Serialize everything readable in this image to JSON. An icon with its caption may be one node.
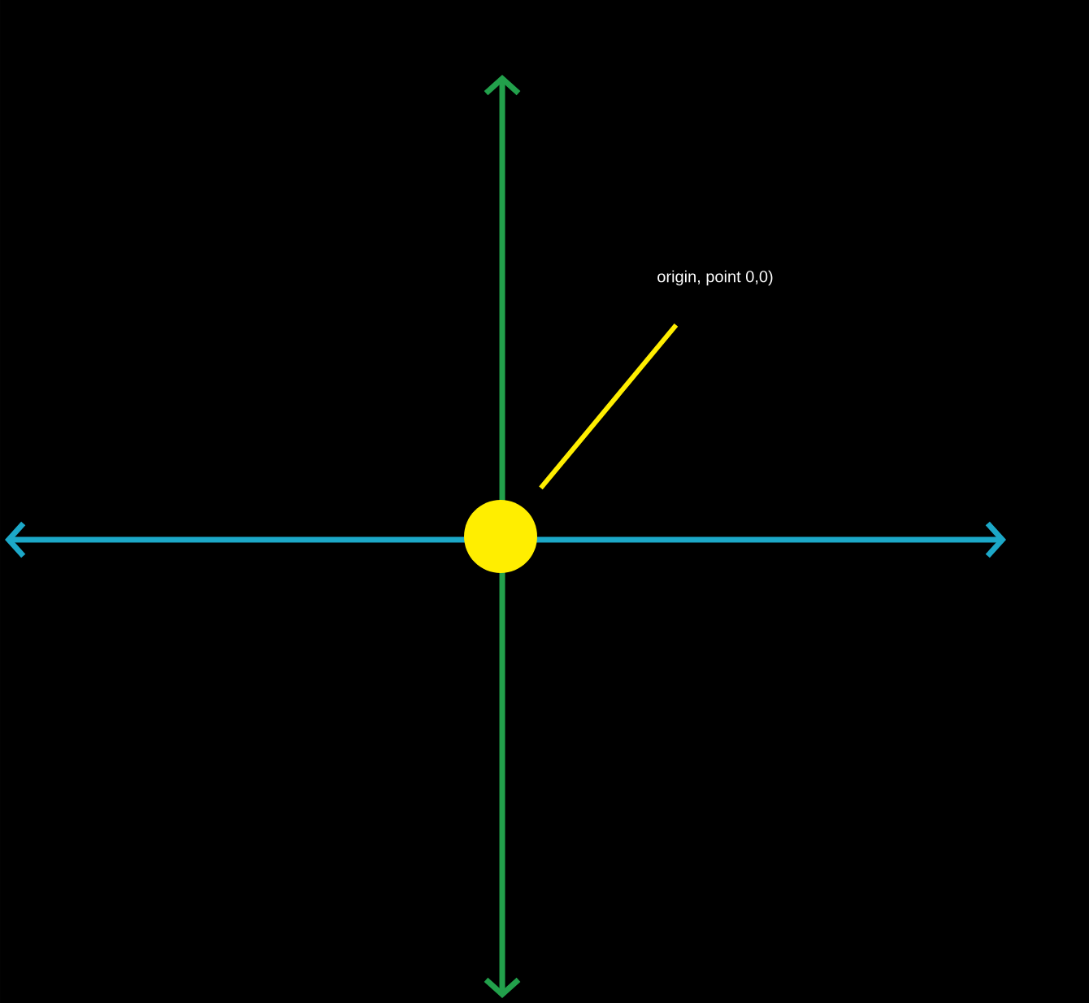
{
  "diagram": {
    "nodes": [
      {
        "text": [
          "origin, point 0,0)"
        ]
      },
      {
        "text": [],
        "shape": "circle"
      }
    ],
    "edges": [
      {
        "from": 0,
        "to": 1,
        "arrow": "none"
      }
    ]
  }
}
